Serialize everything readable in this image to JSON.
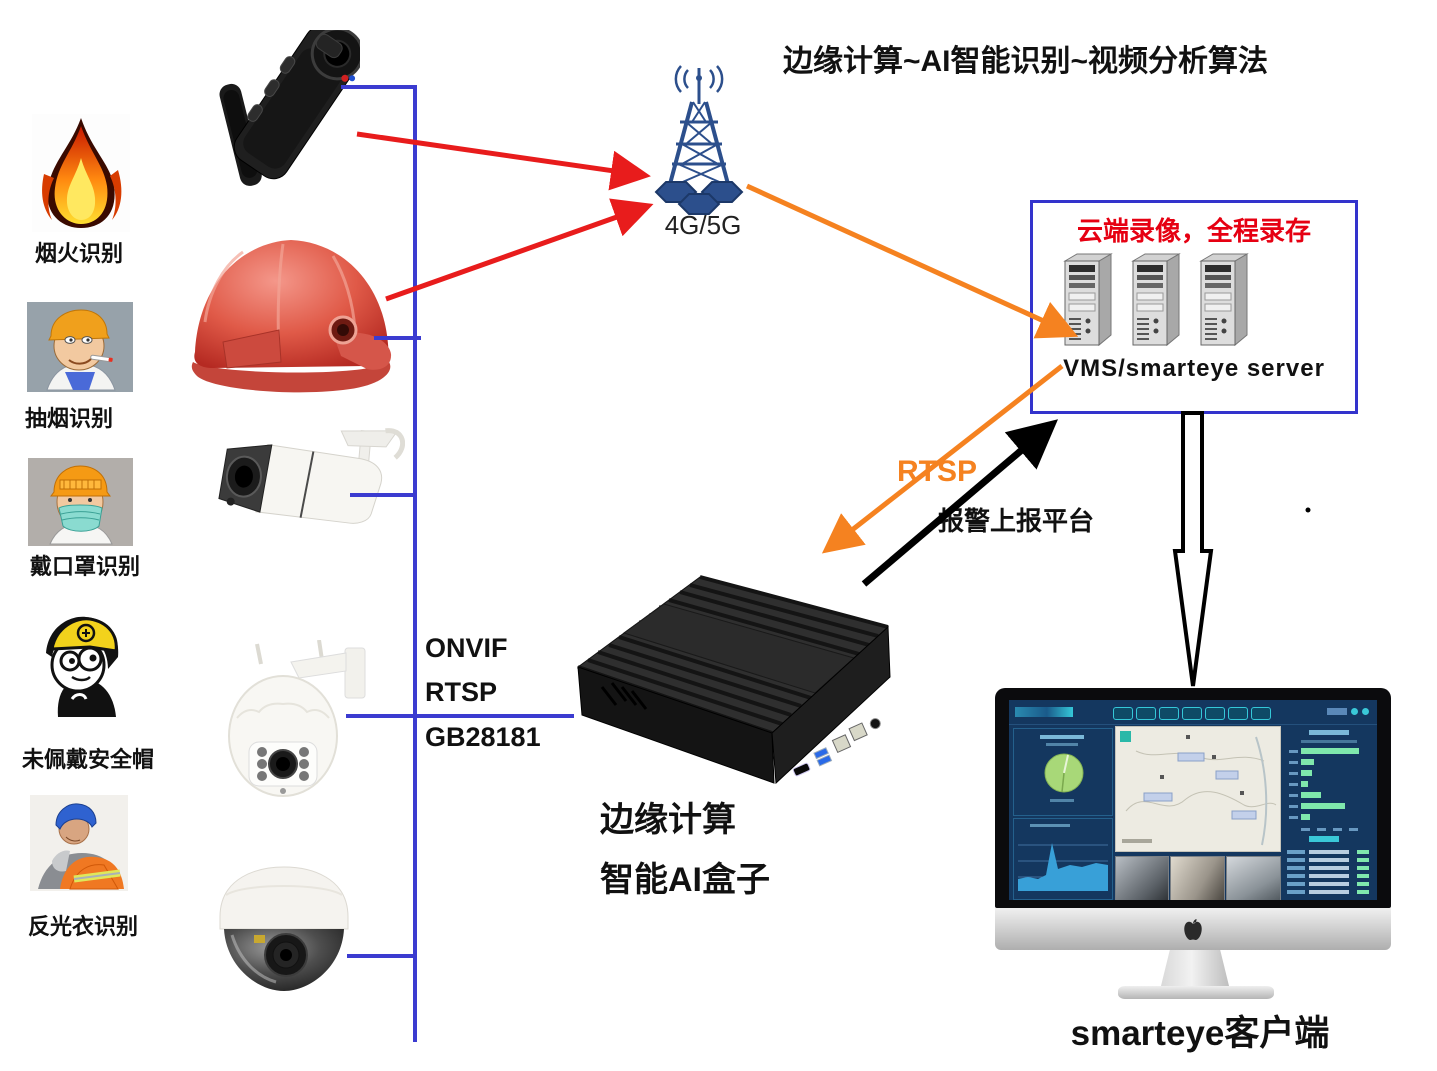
{
  "title": "边缘计算~AI智能识别~视频分析算法",
  "recognition_items": [
    {
      "icon": "fire-image",
      "label": "烟火识别"
    },
    {
      "icon": "smoking-image",
      "label": "抽烟识别"
    },
    {
      "icon": "mask-image",
      "label": "戴口罩识别"
    },
    {
      "icon": "no-helmet-image",
      "label": "未佩戴安全帽"
    },
    {
      "icon": "vest-image",
      "label": "反光衣识别"
    }
  ],
  "devices": [
    {
      "icon": "body-camera-image"
    },
    {
      "icon": "smart-helmet-image"
    },
    {
      "icon": "bullet-camera-image"
    },
    {
      "icon": "ptz-camera-image"
    },
    {
      "icon": "dome-camera-image"
    }
  ],
  "network": {
    "tower_label": "4G/5G"
  },
  "vms_box": {
    "banner": "云端录像，全程录存",
    "server_label": "VMS/smarteye server"
  },
  "edge_box": {
    "protocols": [
      "ONVIF",
      "RTSP",
      "GB28181"
    ],
    "caption_line1": "边缘计算",
    "caption_line2": "智能AI盒子"
  },
  "connections": {
    "rtsp_label": "RTSP",
    "alarm_label": "报警上报平台"
  },
  "client": {
    "caption": "smarteye客户端"
  },
  "colors": {
    "blue_line": "#3b3bd0",
    "red_arrow": "#e81c1c",
    "orange_arrow": "#f58220",
    "vms_border": "#3333cc",
    "banner_red": "#e60012",
    "tower_blue": "#2c4f8c",
    "dashboard_bg": "#14375f",
    "dashboard_accent": "#7fe8ac"
  }
}
